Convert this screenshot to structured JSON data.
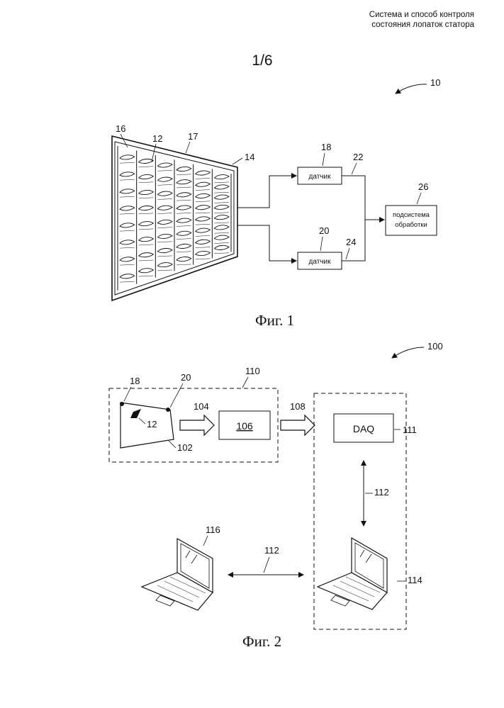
{
  "header": {
    "line1": "Система и способ контроля",
    "line2": "состояния лопаток статора"
  },
  "page_number": "1/6",
  "fig1": {
    "caption": "Фиг. 1",
    "ref_system": "10",
    "ref_blade_row": "16",
    "ref_blade": "12",
    "ref_casing": "17",
    "ref_array": "14",
    "ref_sensor_top": "18",
    "ref_sensor_bottom": "20",
    "ref_link_top": "22",
    "ref_link_bottom": "24",
    "ref_processing": "26",
    "sensor_label": "датчик",
    "processing_line1": "подсистема",
    "processing_line2": "обработки"
  },
  "fig2": {
    "caption": "Фиг. 2",
    "ref_system": "100",
    "ref_sensor_a": "18",
    "ref_sensor_b": "20",
    "ref_blade": "12",
    "ref_panel": "102",
    "ref_arrow_a": "104",
    "ref_unit": "106",
    "ref_arrow_b": "108",
    "ref_group_a": "110",
    "daq_label": "DAQ",
    "ref_daq": "111",
    "ref_link_vertical": "112",
    "ref_link_horizontal": "112",
    "ref_laptop_local": "114",
    "ref_laptop_remote": "116"
  }
}
